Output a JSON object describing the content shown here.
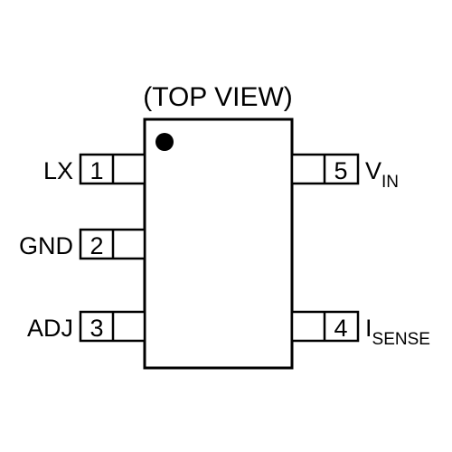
{
  "diagram": {
    "view_label": "(TOP VIEW)",
    "pins": [
      {
        "number": "1",
        "name": "LX",
        "name_sub": "",
        "side": "left"
      },
      {
        "number": "2",
        "name": "GND",
        "name_sub": "",
        "side": "left"
      },
      {
        "number": "3",
        "name": "ADJ",
        "name_sub": "",
        "side": "left"
      },
      {
        "number": "4",
        "name": "I",
        "name_sub": "SENSE",
        "side": "right"
      },
      {
        "number": "5",
        "name": "V",
        "name_sub": "IN",
        "side": "right"
      }
    ],
    "colors": {
      "stroke": "#000000",
      "background": "#ffffff"
    }
  }
}
